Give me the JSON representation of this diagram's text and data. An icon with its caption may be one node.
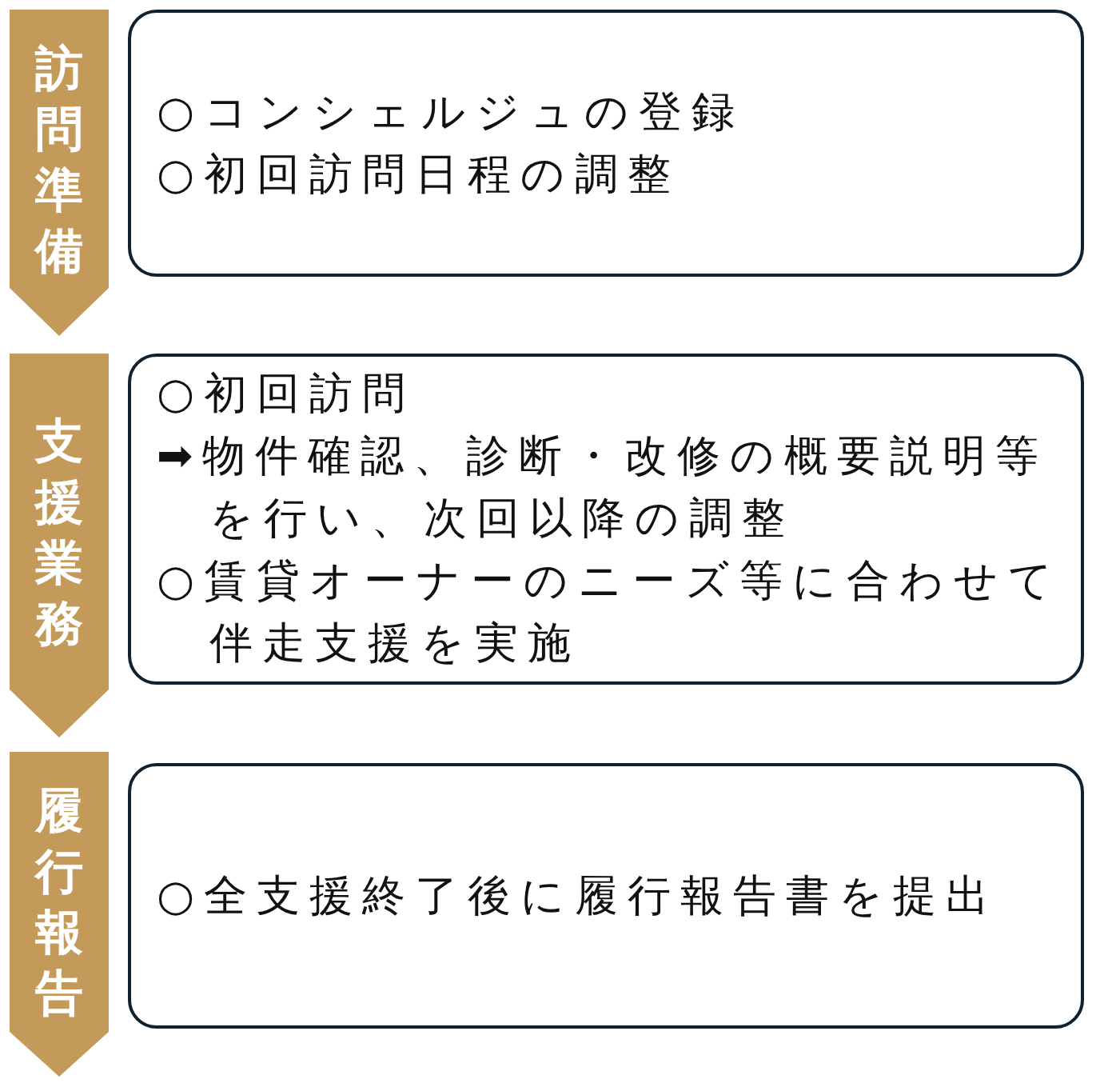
{
  "diagram": {
    "nodes": [
      {
        "text": [
          "訪問準備"
        ]
      },
      {
        "text": [
          "○コンシェルジュの登録",
          "○初回訪問日程の調整"
        ]
      },
      {
        "text": [
          "支援業務"
        ]
      },
      {
        "text": [
          "○初回訪問",
          "➡物件確認、診断・改修の概要説明等を行い、次回以降の調整",
          "○賃貸オーナーのニーズ等に合わせて伴走支援を実施"
        ]
      },
      {
        "text": [
          "履行報告"
        ]
      },
      {
        "text": [
          "○全支援終了後に履行報告書を提出"
        ]
      }
    ]
  }
}
